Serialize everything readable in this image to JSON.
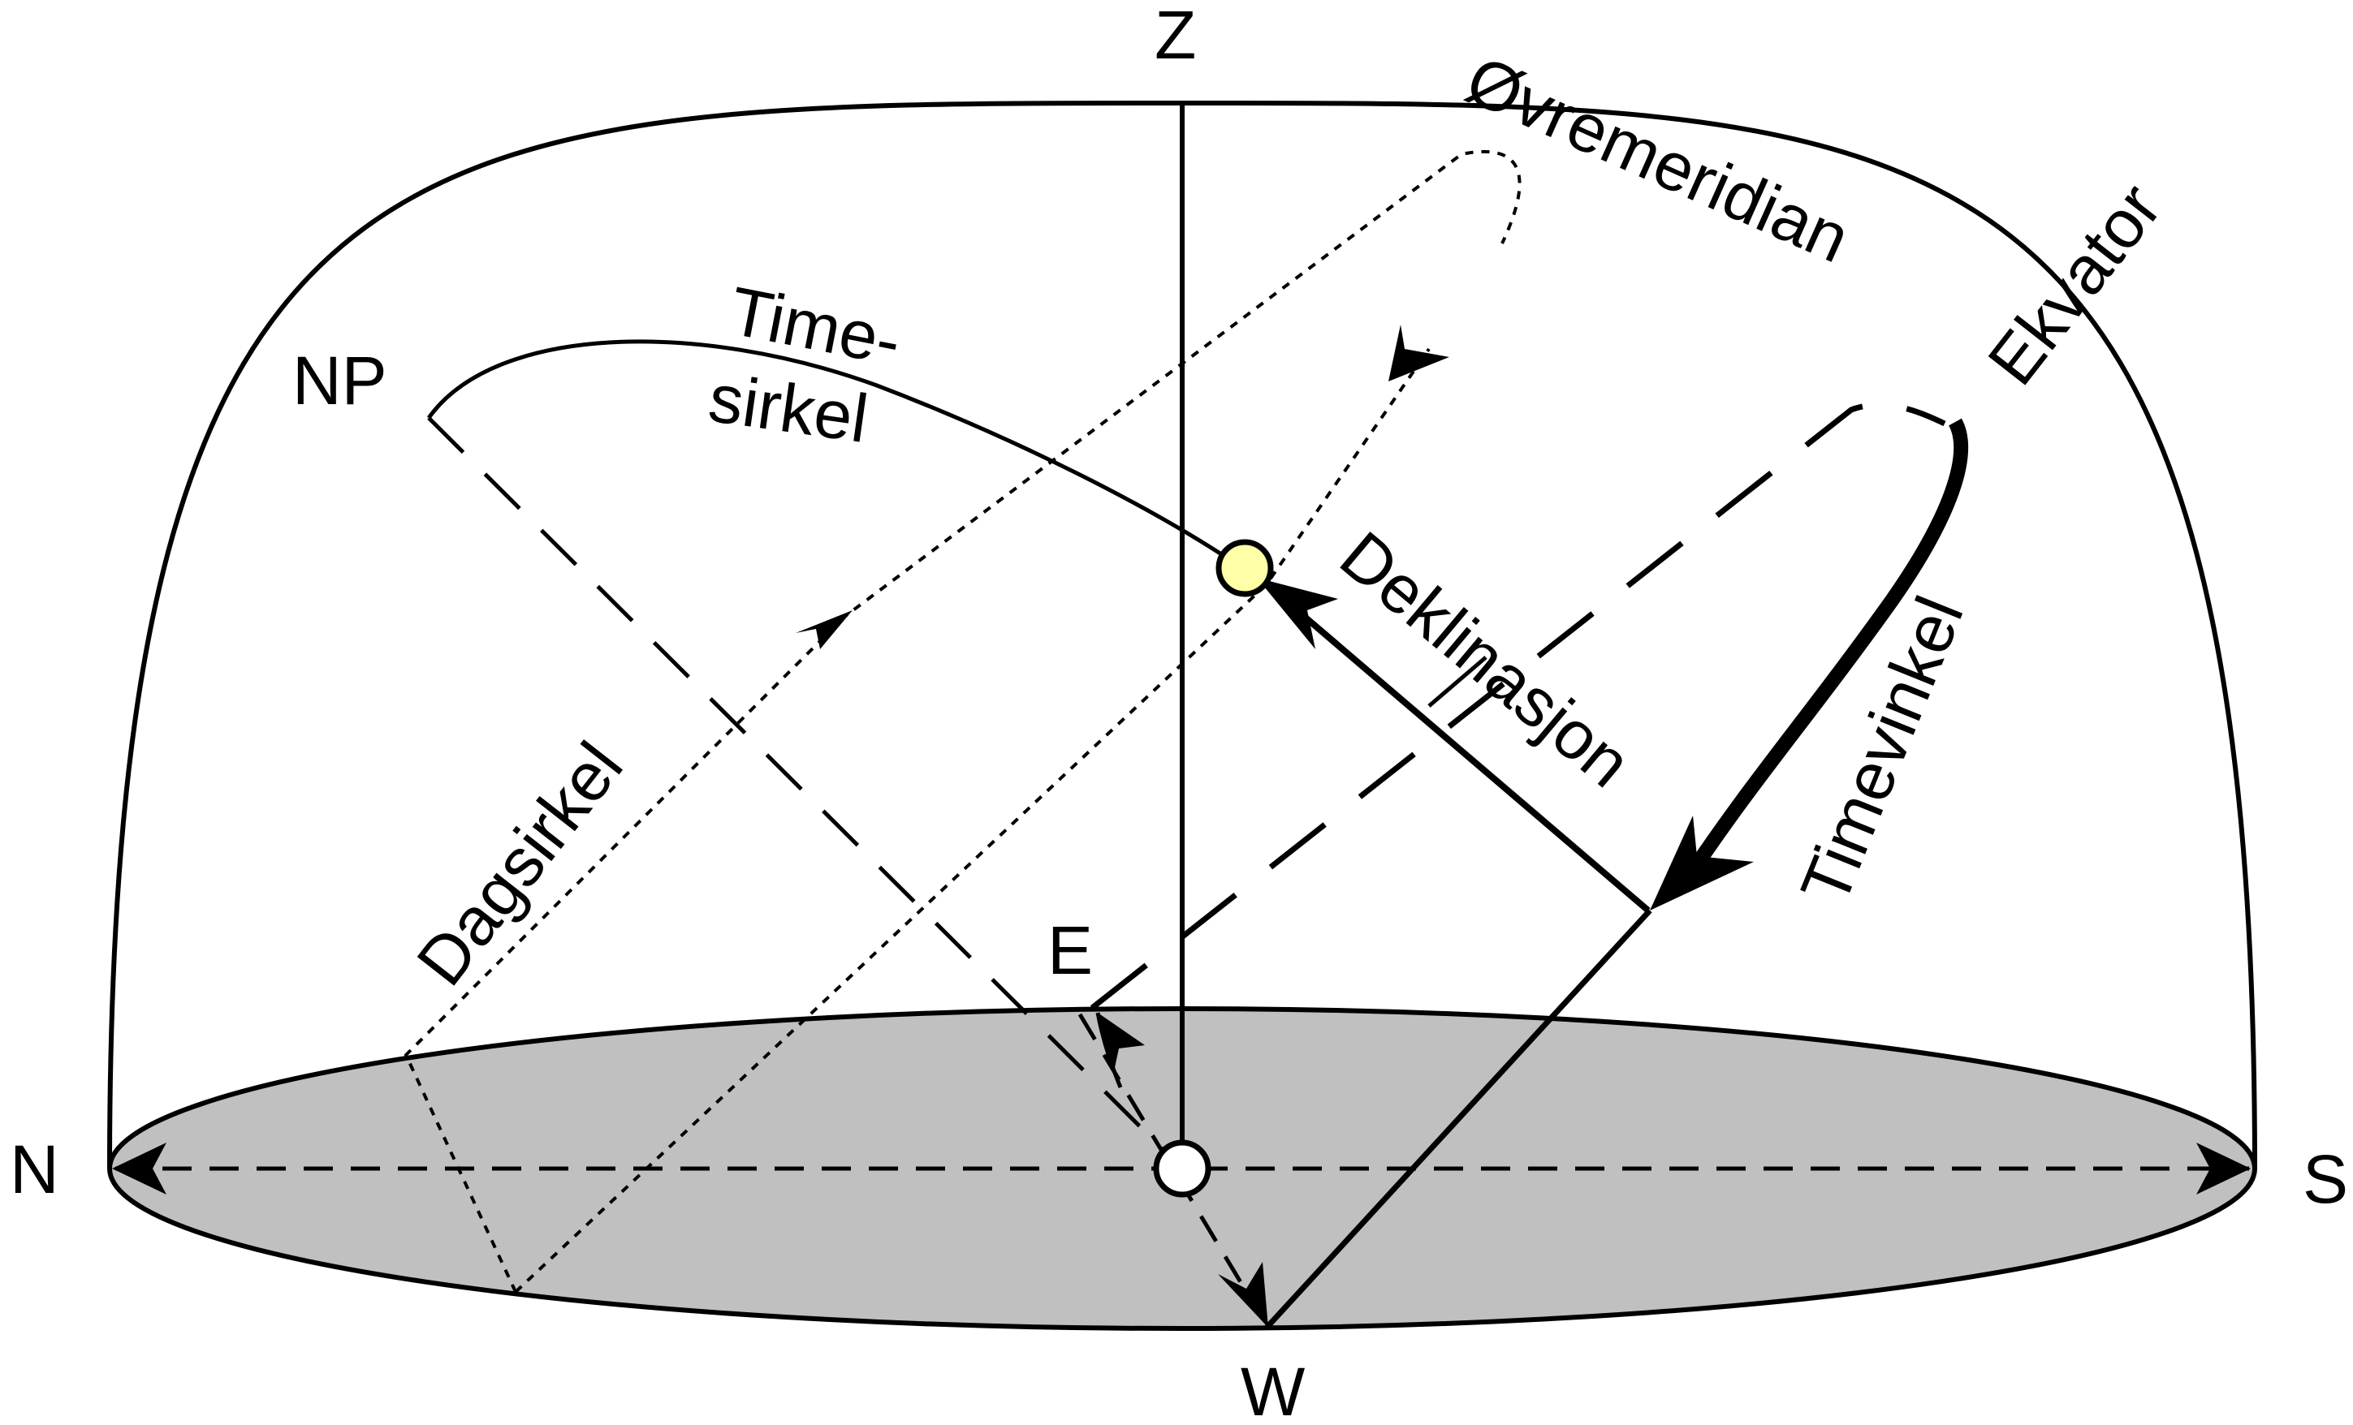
{
  "labels": {
    "zenith": "Z",
    "north": "N",
    "south": "S",
    "east": "E",
    "west": "W",
    "north_pole": "NP",
    "upper_meridian": "Øvremeridian",
    "equator": "Ekvator",
    "hour_circle_line1": "Time-",
    "hour_circle_line2": "sirkel",
    "declination": "Deklinasjon",
    "hour_angle": "Timevinkel",
    "day_circle": "Dagsirkel"
  },
  "colors": {
    "line": "#000000",
    "horizon_fill": "#c0c0c0",
    "star_fill": "#ffffa8",
    "observer_fill": "#ffffff"
  }
}
